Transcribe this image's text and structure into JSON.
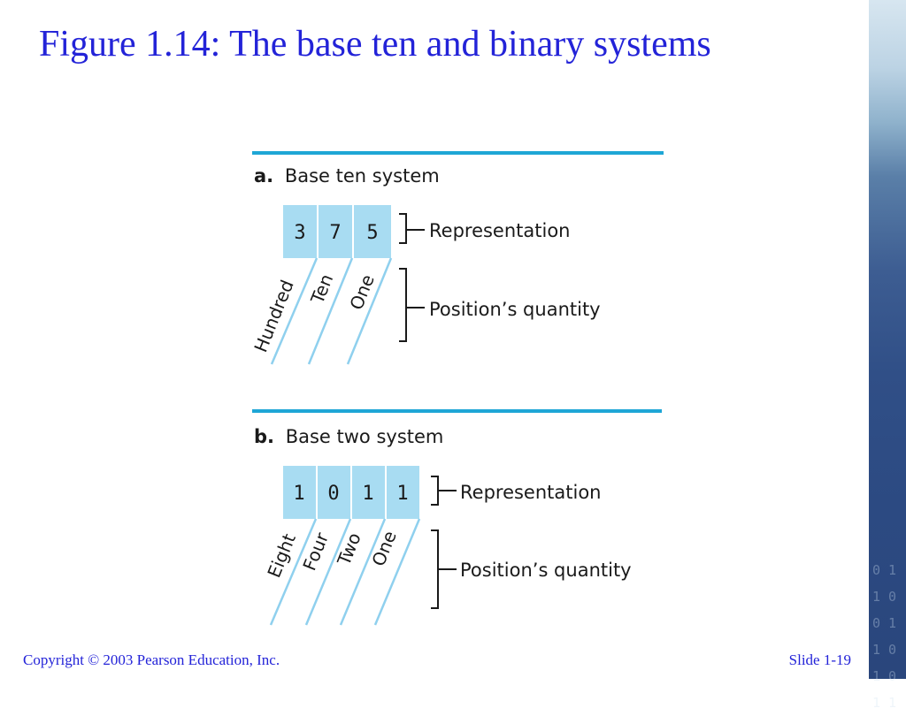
{
  "title": "Figure 1.14:  The base ten and binary systems",
  "theme": {
    "title_color": "#2323d8",
    "rule_color": "#1ea6d6",
    "cell_color": "#a8dcf2",
    "slash_color": "#8fd0ee",
    "text_color": "#1a1a1a"
  },
  "section_a": {
    "letter": "a.",
    "heading": "Base ten system",
    "digits": [
      "3",
      "7",
      "5"
    ],
    "positions": [
      "Hundred",
      "Ten",
      "One"
    ],
    "representation_label": "Representation",
    "quantity_label": "Position’s quantity"
  },
  "section_b": {
    "letter": "b.",
    "heading": "Base two system",
    "digits": [
      "1",
      "0",
      "1",
      "1"
    ],
    "positions": [
      "Eight",
      "Four",
      "Two",
      "One"
    ],
    "representation_label": "Representation",
    "quantity_label": "Position’s quantity"
  },
  "side_panel": {
    "digits": "0 1 1 0 0 1 1 0 1 0 1 1"
  },
  "footer": {
    "copyright": "Copyright © 2003 Pearson Education, Inc.",
    "slide_number": "Slide 1-19"
  }
}
